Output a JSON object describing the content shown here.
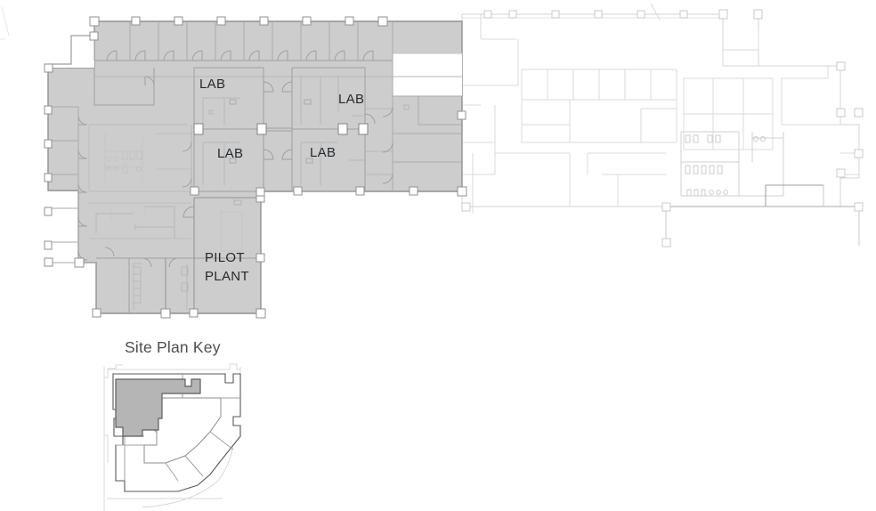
{
  "drawing": {
    "type": "architectural-floor-plan",
    "background_color": "#ffffff",
    "highlight_fill": "#cdcdcd",
    "highlight_stroke": "#8e9194",
    "inactive_stroke": "#d8d9da",
    "interior_stroke": "#a9acaf",
    "label_color": "#26292c",
    "key_title_color": "#4b4f52"
  },
  "labels": {
    "lab_1": "LAB",
    "lab_2": "LAB",
    "lab_3": "LAB",
    "lab_4": "LAB",
    "pilot_plant_line1": "PILOT",
    "pilot_plant_line2": "PLANT"
  },
  "key": {
    "title": "Site Plan Key",
    "highlight_fill": "#b5b5b5",
    "outline_stroke": "#4a4a4a",
    "faint_stroke": "#cfcfcf"
  }
}
